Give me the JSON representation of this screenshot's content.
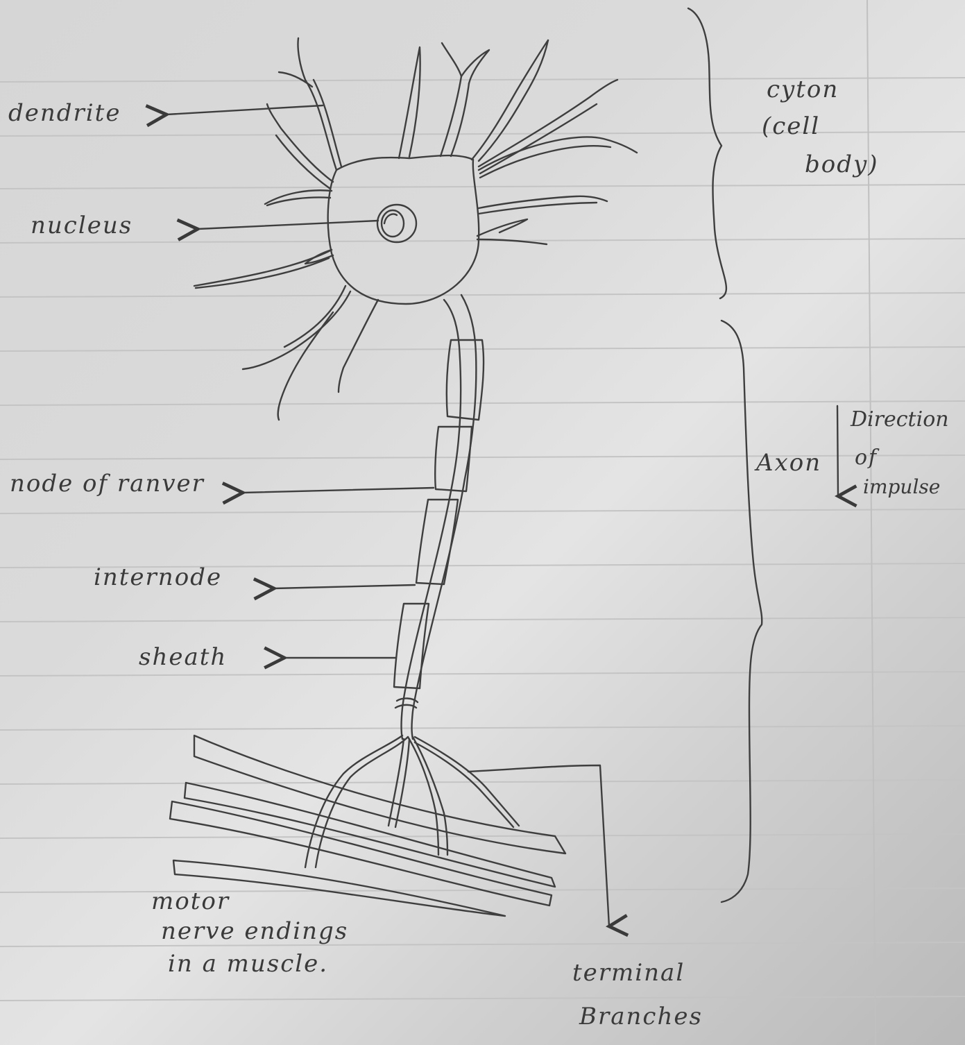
{
  "labels": {
    "dendrite": "dendrite",
    "nucleus": "nucleus",
    "node_of_ranvier": "node of ranver",
    "internode": "internode",
    "sheath": "sheath",
    "motor_line1": "motor",
    "motor_line2": "nerve endings",
    "motor_line3": "in a muscle.",
    "cyton_line1": "cyton",
    "cyton_line2": "(cell",
    "cyton_line3": "body)",
    "axon": "Axon",
    "direction_line1": "Direction",
    "direction_line2": "of",
    "direction_line3": "impulse",
    "terminal_line1": "terminal",
    "terminal_line2": "Branches"
  },
  "colors": {
    "paper": "#d8d8d8",
    "pencil": "#3a3a3a",
    "rule": "#c2c2c2"
  }
}
